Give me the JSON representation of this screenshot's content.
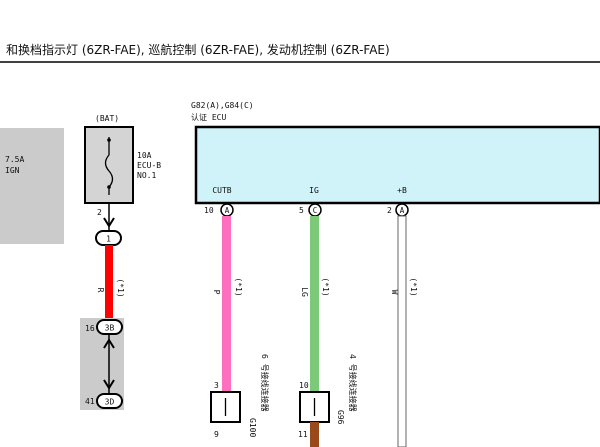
{
  "header": {
    "title": "和换档指示灯 (6ZR-FAE), 巡航控制 (6ZR-FAE), 发动机控制 (6ZR-FAE)"
  },
  "left_fuse": {
    "rating": "7.5A",
    "name": "IGN"
  },
  "bat_fuse": {
    "label": "(BAT)",
    "rating": "10A",
    "name_line1": "ECU-B",
    "name_line2": "NO.1",
    "pin_below": "2",
    "connector_label": "1"
  },
  "ecu": {
    "code": "G82(A),G84(C)",
    "name": "认证 ECU",
    "terminals": [
      {
        "name": "CUTB",
        "pin": "10",
        "conn": "A"
      },
      {
        "name": "IG",
        "pin": "5",
        "conn": "C"
      },
      {
        "name": "+B",
        "pin": "2",
        "conn": "A"
      }
    ]
  },
  "wires": {
    "red": {
      "color_code": "R",
      "note": "(*1)",
      "hex": "#ff0000"
    },
    "pink": {
      "color_code": "P",
      "note": "(*1)",
      "hex": "#ff6fbf"
    },
    "green": {
      "color_code": "LG",
      "note": "(*1)",
      "hex": "#7dc97a"
    },
    "white": {
      "color_code": "W",
      "note": "(*1)",
      "hex": "#ffffff"
    },
    "brown_hex": "#9a4a1a"
  },
  "splices": [
    {
      "pin": "16",
      "code": "3B"
    },
    {
      "pin": "41",
      "code": "3D"
    }
  ],
  "junctions": [
    {
      "pin_top": "3",
      "pin_bottom": "9",
      "code": "G100",
      "desc": "6 号接线连接器"
    },
    {
      "pin_top": "10",
      "pin_bottom": "11",
      "code": "G96",
      "desc": "4 号接线连接器"
    }
  ],
  "colors": {
    "ecu_fill": "#cff3f8",
    "fuse_fill": "#d4d4d4",
    "panel_gray": "#cbcbcb"
  }
}
